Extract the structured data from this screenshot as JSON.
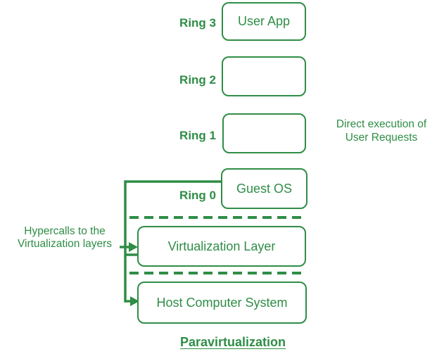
{
  "colors": {
    "green": "#2f8d46",
    "background": "#ffffff"
  },
  "rings": [
    {
      "label": "Ring 3",
      "box_text": "User App"
    },
    {
      "label": "Ring 2",
      "box_text": ""
    },
    {
      "label": "Ring 1",
      "box_text": ""
    },
    {
      "label": "Ring 0",
      "box_text": "Guest OS"
    }
  ],
  "layers": [
    {
      "box_text": "Virtualization Layer"
    },
    {
      "box_text": "Host Computer System"
    }
  ],
  "annotations": {
    "direct_execution": {
      "line1": "Direct execution of",
      "line2": "User Requests"
    },
    "hypercalls": {
      "line1": "Hypercalls to the",
      "line2": "Virtualization layers"
    }
  },
  "title": "Paravirtualization"
}
